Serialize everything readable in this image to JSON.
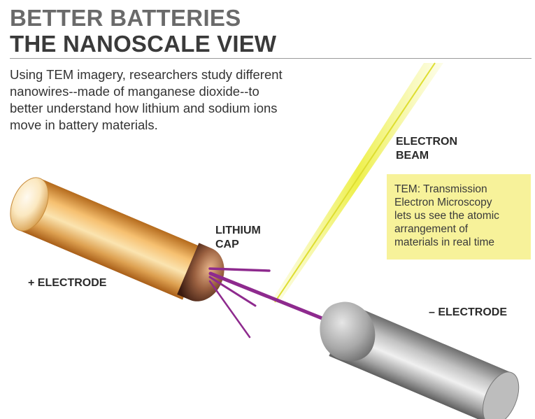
{
  "header": {
    "title": "BETTER BATTERIES",
    "subtitle": "THE NANOSCALE VIEW"
  },
  "intro_lines": [
    "Using TEM imagery, researchers study different",
    "nanowires--made of manganese dioxide--to",
    "better understand how lithium and sodium ions",
    "move in battery materials."
  ],
  "labels": {
    "electron_beam": [
      "ELECTRON",
      "BEAM"
    ],
    "lithium_cap": [
      "LITHIUM",
      "CAP"
    ],
    "positive_electrode": "+ ELECTRODE",
    "negative_electrode": "– ELECTRODE"
  },
  "tem_box_lines": [
    "TEM: Transmission",
    "Electron Microscopy",
    "lets us see the atomic",
    "arrangement of",
    "materials in real time"
  ],
  "colors": {
    "gold_electrode": "#d9a04a",
    "lithium_cap": "#8a5a3a",
    "silver_electrode": "#a8a8a8",
    "nanowire": "#8e2a8e",
    "electron_beam": "#e8ea4a",
    "tem_box": "#f7f29a"
  }
}
